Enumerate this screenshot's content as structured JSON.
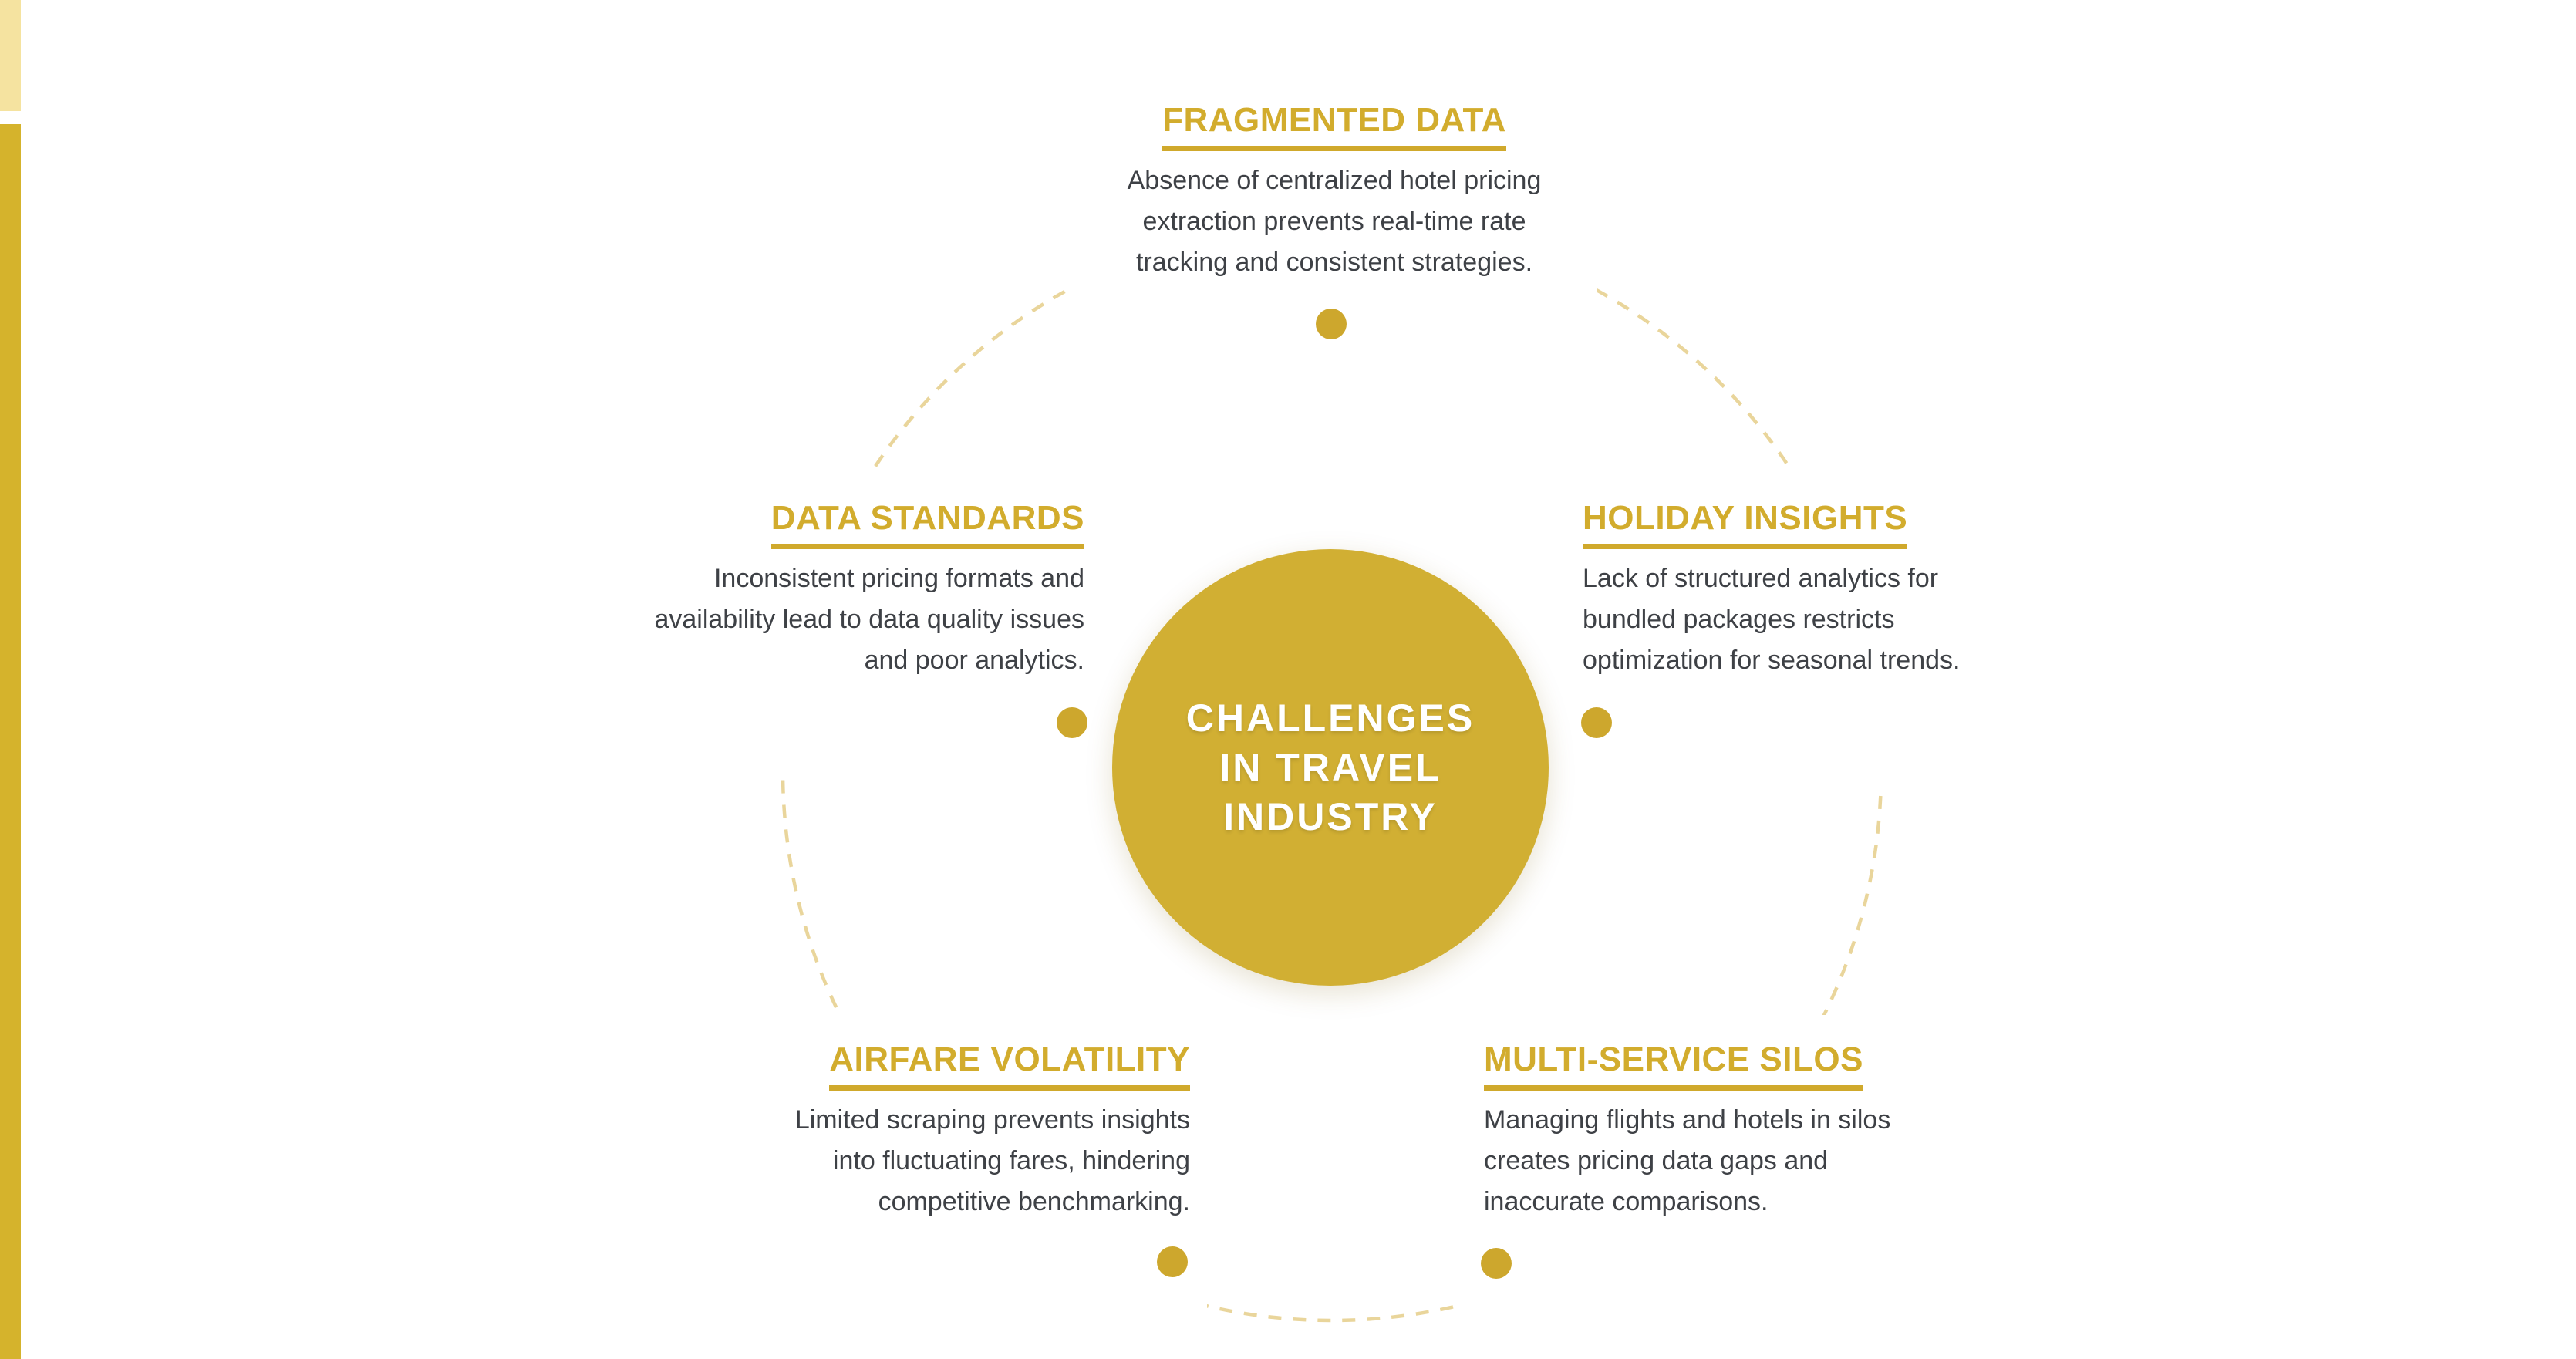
{
  "slide": {
    "center": {
      "lines": [
        "CHALLENGES",
        "IN TRAVEL",
        "INDUSTRY"
      ]
    },
    "sections": {
      "fragmented": {
        "title": "FRAGMENTED DATA",
        "lines": [
          "Absence of centralized hotel pricing",
          "extraction prevents real-time rate",
          "tracking and consistent strategies."
        ]
      },
      "standards": {
        "title": "DATA STANDARDS",
        "lines": [
          "Inconsistent pricing formats and",
          "availability lead to data quality issues",
          "and poor analytics."
        ]
      },
      "holiday": {
        "title": "HOLIDAY INSIGHTS",
        "lines": [
          "Lack of structured analytics for",
          "bundled packages restricts",
          "optimization for seasonal trends."
        ]
      },
      "airfare": {
        "title": "AIRFARE VOLATILITY",
        "lines": [
          "Limited scraping prevents insights",
          "into fluctuating fares, hindering",
          "competitive benchmarking."
        ]
      },
      "silos": {
        "title": "MULTI-SERVICE SILOS",
        "lines": [
          "Managing flights and hotels in silos",
          "creates pricing data gaps and",
          "inaccurate comparisons."
        ]
      }
    },
    "colors": {
      "heading_gold": "#D2AC2D",
      "circle_gold": "#D1AF33",
      "dot_gold": "#CDA72D",
      "dash_gold": "#E9D59B",
      "left_bar_gold": "#D5B32C",
      "left_bar_pale": "#F5E3A0",
      "body_text": "#3E4146",
      "background": "#FFFFFF"
    }
  }
}
